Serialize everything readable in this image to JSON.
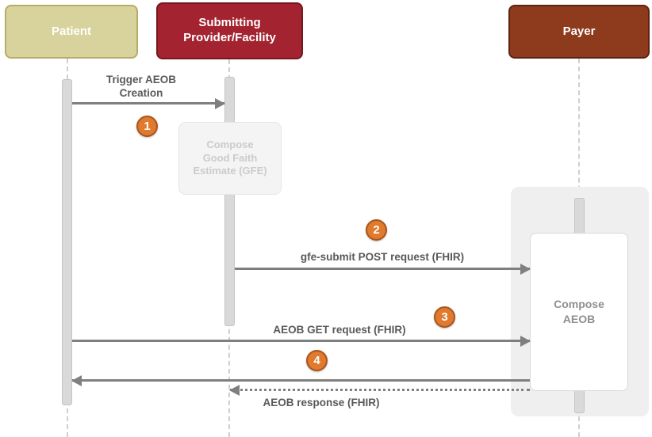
{
  "actors": {
    "patient": {
      "label": "Patient"
    },
    "provider": {
      "label": "Submitting Provider/Facility"
    },
    "payer": {
      "label": "Payer"
    }
  },
  "steps": {
    "1": {
      "num": "1",
      "label": "Trigger AEOB Creation"
    },
    "2": {
      "num": "2",
      "label": "gfe-submit POST request (FHIR)"
    },
    "3": {
      "num": "3",
      "label": "AEOB GET request (FHIR)"
    },
    "4": {
      "num": "4",
      "label": "AEOB response (FHIR)"
    }
  },
  "activities": {
    "gfe": {
      "label": "Compose Good Faith Estimate (GFE)"
    },
    "aeob": {
      "label": "Compose AEOB"
    }
  },
  "colors": {
    "patient_fill": "#d8d39d",
    "patient_border": "#b5ae63",
    "provider_fill": "#a32430",
    "provider_border": "#75181f",
    "payer_fill": "#8e3a1d",
    "payer_border": "#5c2410",
    "badge_fill": "#df7a2e",
    "badge_border": "#a9541c",
    "arrow": "#7f7f7f",
    "label_text": "#595959"
  }
}
